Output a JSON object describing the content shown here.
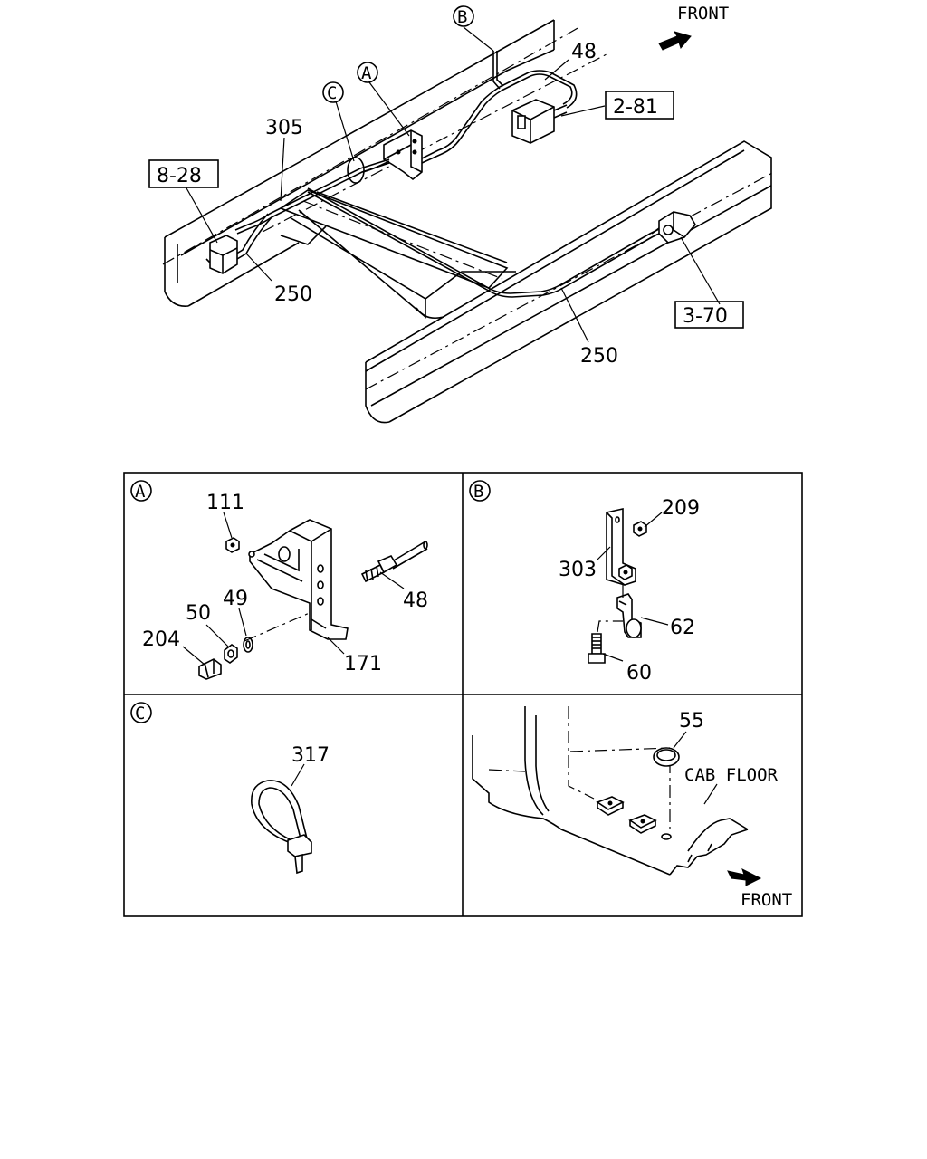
{
  "main_view": {
    "front_label": "FRONT",
    "refs": {
      "ref_2_81": "2-81",
      "ref_8_28": "8-28",
      "ref_3_70": "3-70"
    },
    "callouts": {
      "a": "A",
      "b": "B",
      "c": "C"
    },
    "parts": {
      "p48": "48",
      "p305": "305",
      "p250_left": "250",
      "p250_right": "250"
    }
  },
  "panel_a": {
    "title": "A",
    "parts": {
      "p111": "111",
      "p48": "48",
      "p50": "50",
      "p49": "49",
      "p204": "204",
      "p171": "171"
    }
  },
  "panel_b": {
    "title": "B",
    "parts": {
      "p209": "209",
      "p303": "303",
      "p62": "62",
      "p60": "60"
    }
  },
  "panel_c": {
    "title": "C",
    "parts": {
      "p317": "317"
    }
  },
  "panel_d": {
    "parts": {
      "p55": "55"
    },
    "cab_floor_label": "CAB FLOOR",
    "front_label": "FRONT"
  }
}
